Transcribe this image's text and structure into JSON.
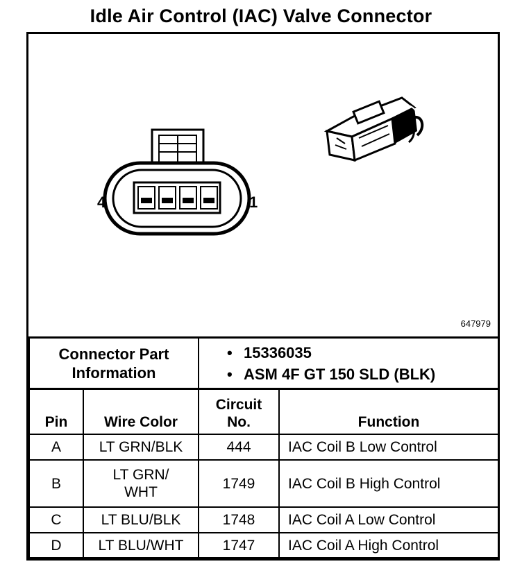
{
  "title": "Idle Air Control (IAC) Valve Connector",
  "figure_number": "647979",
  "pin_labels": {
    "left": "4",
    "right": "1"
  },
  "connector_part_information": {
    "label": "Connector Part Information",
    "values": [
      "15336035",
      "ASM 4F GT 150 SLD (BLK)"
    ]
  },
  "table": {
    "headers": {
      "pin": "Pin",
      "wire_color": "Wire Color",
      "circuit_no": "Circuit No.",
      "function": "Function"
    },
    "rows": [
      {
        "pin": "A",
        "wire_color": "LT GRN/BLK",
        "circuit_no": "444",
        "function": "IAC Coil B Low Control"
      },
      {
        "pin": "B",
        "wire_color": "LT GRN/ WHT",
        "circuit_no": "1749",
        "function": "IAC Coil B High Control"
      },
      {
        "pin": "C",
        "wire_color": "LT BLU/BLK",
        "circuit_no": "1748",
        "function": "IAC Coil A Low Control"
      },
      {
        "pin": "D",
        "wire_color": "LT BLU/WHT",
        "circuit_no": "1747",
        "function": "IAC Coil A High Control"
      }
    ]
  }
}
